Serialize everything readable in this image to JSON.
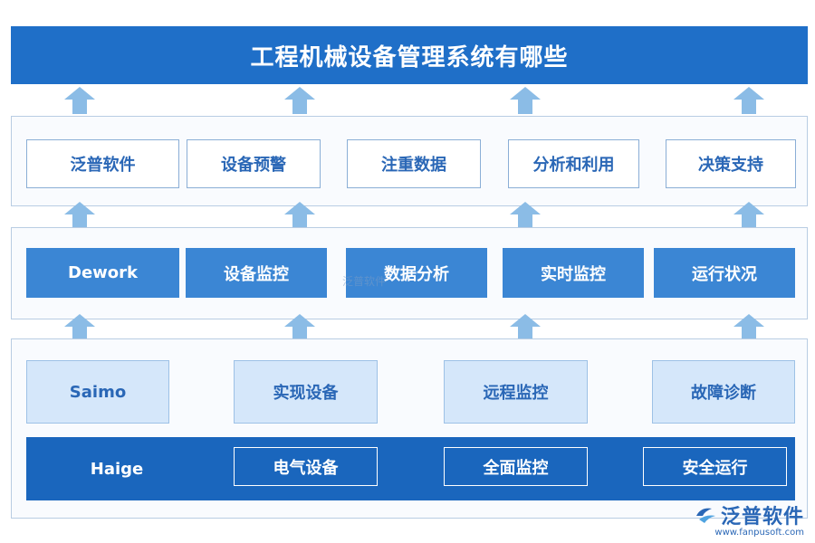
{
  "title": "工程机械设备管理系统有哪些",
  "layer1": {
    "items": [
      "泛普软件",
      "设备预警",
      "注重数据",
      "分析和利用",
      "决策支持"
    ]
  },
  "layer2": {
    "items": [
      "Dework",
      "设备监控",
      "数据分析",
      "实时监控",
      "运行状况"
    ]
  },
  "layer3": {
    "top_items": [
      "Saimo",
      "实现设备",
      "远程监控",
      "故障诊断"
    ],
    "band_label": "Haige",
    "band_items": [
      "电气设备",
      "全面监控",
      "安全运行"
    ]
  },
  "watermark": "泛普软件",
  "logo": {
    "text": "泛普软件",
    "url": "www.fanpusoft.com"
  },
  "colors": {
    "title_bg": "#1f6fc8",
    "mid_box": "#3b86d4",
    "light_box": "#d5e7fa",
    "band": "#1a66bd",
    "arrow": "#8bbce6",
    "text_blue": "#2a67b6"
  }
}
